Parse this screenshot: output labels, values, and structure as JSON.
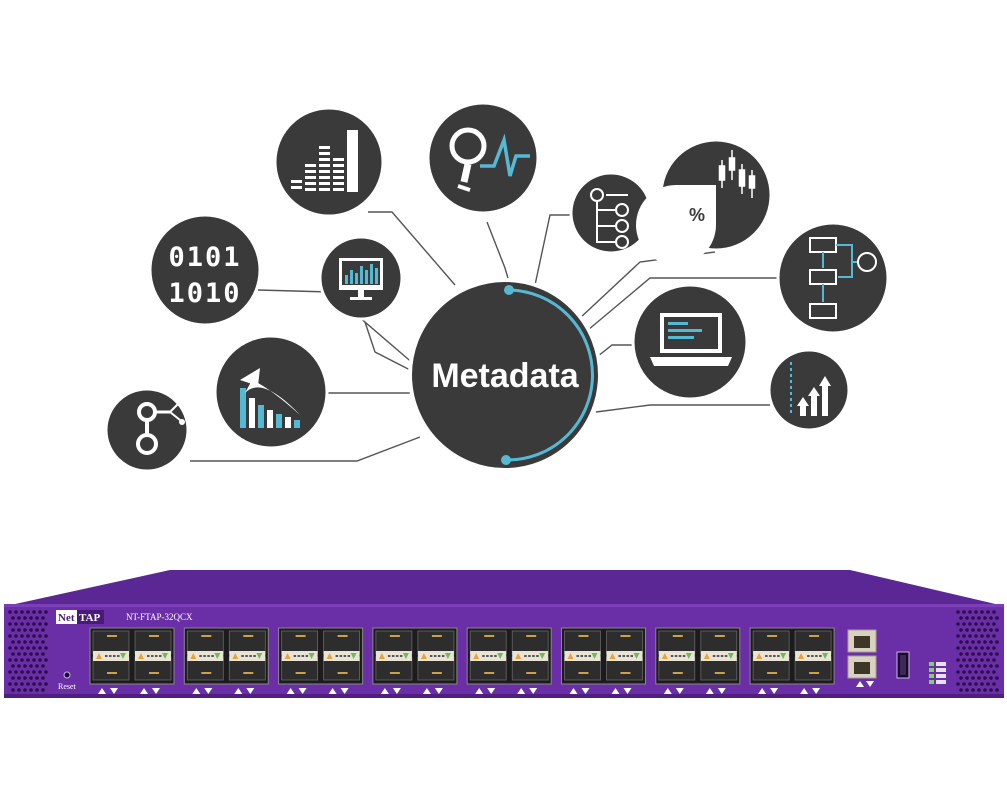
{
  "hub": {
    "label": "Metadata"
  },
  "nodes": [
    {
      "icon": "bar-levels-icon"
    },
    {
      "icon": "magnifier-signal-icon"
    },
    {
      "icon": "list-tree-icon"
    },
    {
      "icon": "percent-candlestick-icon"
    },
    {
      "icon": "binary-digits-icon"
    },
    {
      "icon": "monitor-chart-icon"
    },
    {
      "icon": "flowchart-icon"
    },
    {
      "icon": "laptop-icon"
    },
    {
      "icon": "growth-arrow-icon"
    },
    {
      "icon": "rising-arrows-icon"
    },
    {
      "icon": "node-graph-icon"
    }
  ],
  "binary": {
    "row1": "0101",
    "row2": "1010"
  },
  "percent_symbol": "%",
  "device": {
    "brand_prefix": "Net",
    "brand_suffix": "TAP",
    "model": "NT-FTAP-32QCX",
    "reset_label": "Reset",
    "port_group_count": 8,
    "colors": {
      "chassis": "#6a2fa6",
      "chassis_dark": "#4f1f80",
      "brand_box": "#4a1a78"
    }
  },
  "colors": {
    "circle": "#3a3a3a",
    "accent": "#55b9d3",
    "line": "#555555",
    "icon_fg": "#ffffff"
  }
}
